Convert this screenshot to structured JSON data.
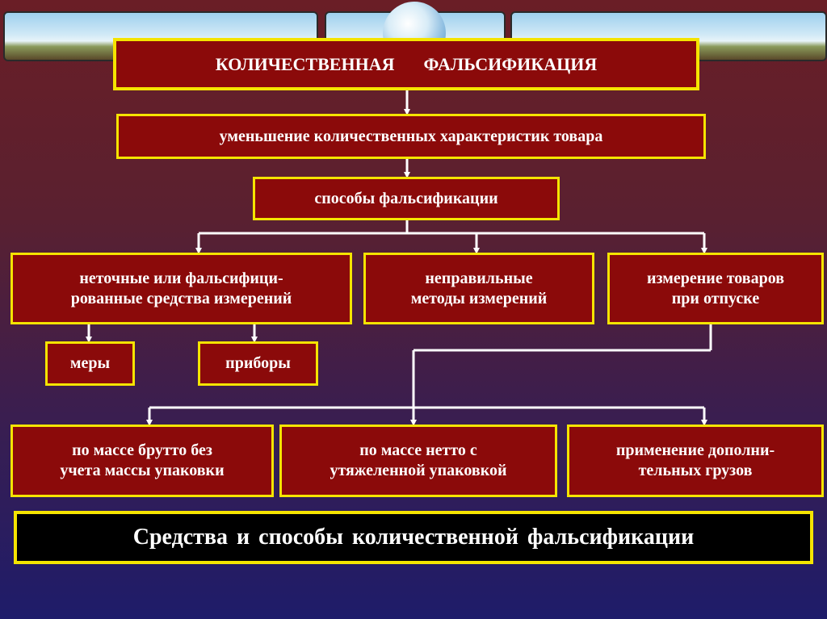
{
  "diagram": {
    "title": "КОЛИЧЕСТВЕННАЯ ФАЛЬСИФИКАЦИЯ",
    "title_part1": "КОЛИЧЕСТВЕННАЯ",
    "title_part2": "ФАЛЬСИФИКАЦИЯ",
    "level2": "уменьшение количественных характеристик товара",
    "level3": "способы фальсификации",
    "methods": [
      {
        "line1": "неточные или фальсифици-",
        "line2": "рованные средства измерений"
      },
      {
        "line1": "неправильные",
        "line2": "методы измерений"
      },
      {
        "line1": "измерение товаров",
        "line2": "при отпуске"
      }
    ],
    "instruments": [
      "меры",
      "приборы"
    ],
    "release_methods": [
      {
        "line1": "по массе брутто без",
        "line2": "учета массы упаковки"
      },
      {
        "line1": "по массе нетто с",
        "line2": "утяжеленной упаковкой"
      },
      {
        "line1": "применение дополни-",
        "line2": "тельных грузов"
      }
    ],
    "caption": "Средства и способы количественной фальсификации"
  },
  "colors": {
    "box_fill": "#8b0a0a",
    "box_border": "#f5e400",
    "connector": "#ffffff",
    "caption_fill": "#000000"
  }
}
